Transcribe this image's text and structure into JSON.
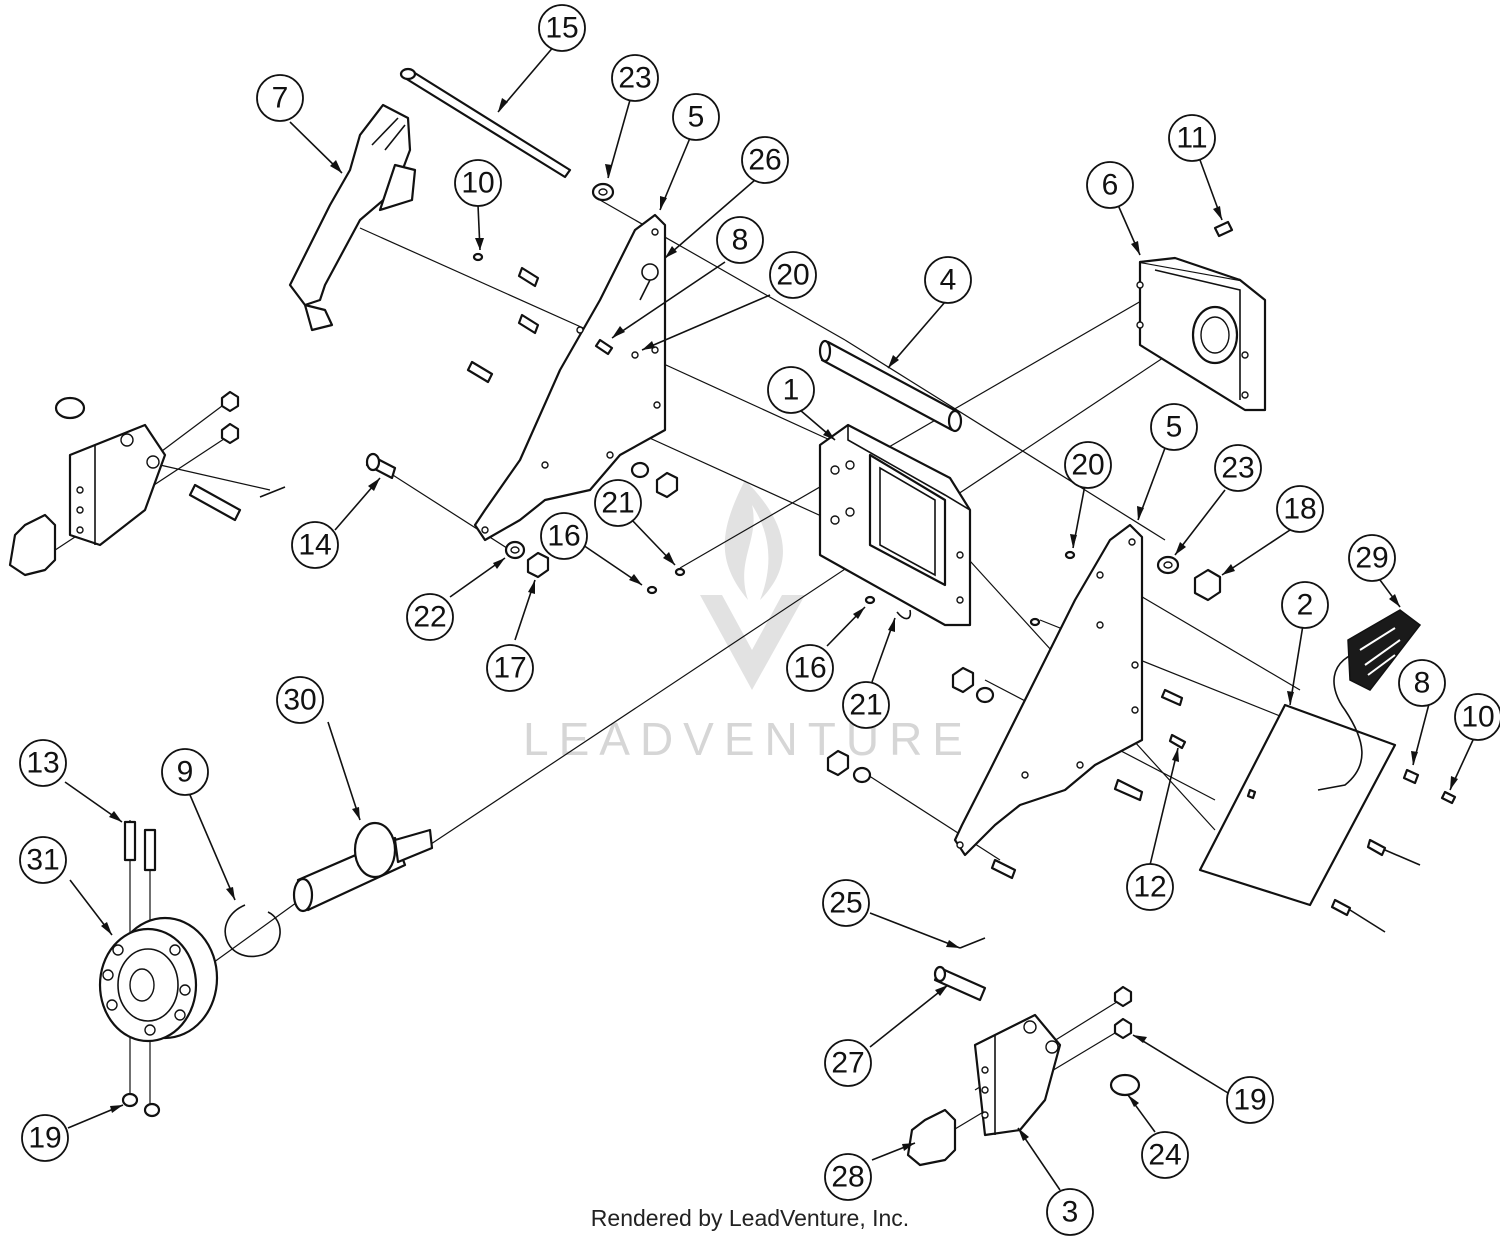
{
  "watermark": "LEADVENTURE",
  "footer": "Rendered by LeadVenture, Inc.",
  "callouts": [
    {
      "id": "c15",
      "label": "15"
    },
    {
      "id": "c7",
      "label": "7"
    },
    {
      "id": "c23a",
      "label": "23"
    },
    {
      "id": "c5a",
      "label": "5"
    },
    {
      "id": "c26",
      "label": "26"
    },
    {
      "id": "c10a",
      "label": "10"
    },
    {
      "id": "c8a",
      "label": "8"
    },
    {
      "id": "c20a",
      "label": "20"
    },
    {
      "id": "c11",
      "label": "11"
    },
    {
      "id": "c6",
      "label": "6"
    },
    {
      "id": "c4",
      "label": "4"
    },
    {
      "id": "c1",
      "label": "1"
    },
    {
      "id": "c5b",
      "label": "5"
    },
    {
      "id": "c20b",
      "label": "20"
    },
    {
      "id": "c23b",
      "label": "23"
    },
    {
      "id": "c18",
      "label": "18"
    },
    {
      "id": "c14",
      "label": "14"
    },
    {
      "id": "c21a",
      "label": "21"
    },
    {
      "id": "c16a",
      "label": "16"
    },
    {
      "id": "c22",
      "label": "22"
    },
    {
      "id": "c17",
      "label": "17"
    },
    {
      "id": "c29",
      "label": "29"
    },
    {
      "id": "c2",
      "label": "2"
    },
    {
      "id": "c8b",
      "label": "8"
    },
    {
      "id": "c10b",
      "label": "10"
    },
    {
      "id": "c16b",
      "label": "16"
    },
    {
      "id": "c21b",
      "label": "21"
    },
    {
      "id": "c30",
      "label": "30"
    },
    {
      "id": "c13",
      "label": "13"
    },
    {
      "id": "c9",
      "label": "9"
    },
    {
      "id": "c31",
      "label": "31"
    },
    {
      "id": "c12",
      "label": "12"
    },
    {
      "id": "c25",
      "label": "25"
    },
    {
      "id": "c27",
      "label": "27"
    },
    {
      "id": "c19a",
      "label": "19"
    },
    {
      "id": "c19b",
      "label": "19"
    },
    {
      "id": "c24",
      "label": "24"
    },
    {
      "id": "c28",
      "label": "28"
    },
    {
      "id": "c3",
      "label": "3"
    }
  ]
}
